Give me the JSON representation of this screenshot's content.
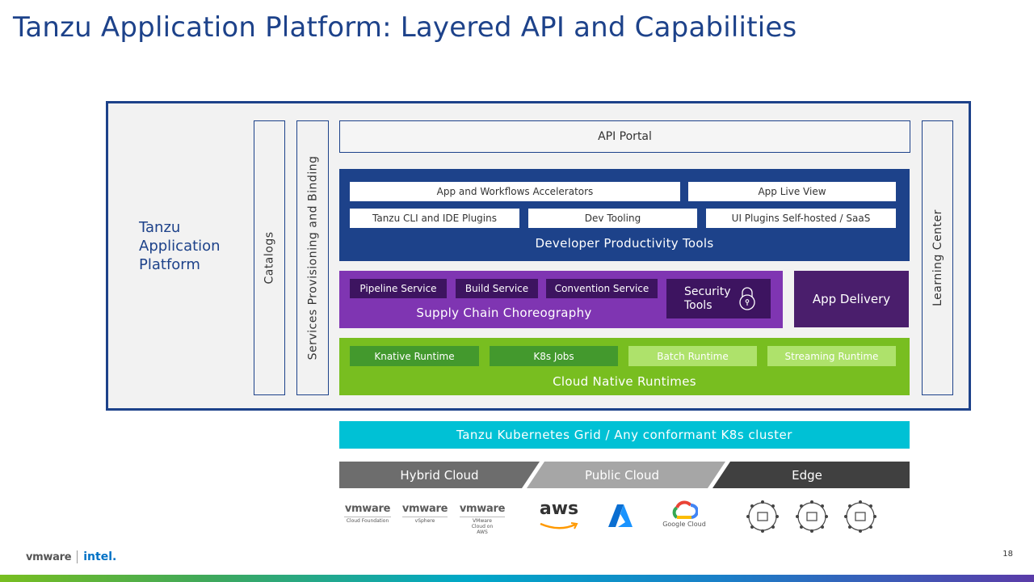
{
  "title": "Tanzu Application Platform: Layered API and Capabilities",
  "platform_label": [
    "Tanzu",
    "Application",
    "Platform"
  ],
  "vertical_bars": {
    "catalogs": "Catalogs",
    "services": "Services Provisioning and Binding",
    "learning": "Learning Center"
  },
  "api_portal": "API Portal",
  "developer_tools": {
    "label": "Developer Productivity Tools",
    "row1": [
      "App and Workflows Accelerators",
      "App Live View"
    ],
    "row2": [
      "Tanzu CLI and IDE Plugins",
      "Dev Tooling",
      "UI Plugins Self-hosted / SaaS"
    ]
  },
  "supply_chain": {
    "label": "Supply Chain Choreography",
    "chips": [
      "Pipeline Service",
      "Build Service",
      "Convention Service"
    ],
    "security": [
      "Security",
      "Tools"
    ]
  },
  "app_delivery": "App Delivery",
  "runtimes": {
    "label": "Cloud Native Runtimes",
    "chips": [
      "Knative Runtime",
      "K8s Jobs",
      "Batch Runtime",
      "Streaming Runtime"
    ]
  },
  "tkg": "Tanzu Kubernetes Grid  /  Any conformant K8s cluster",
  "clouds": [
    "Hybrid Cloud",
    "Public Cloud",
    "Edge"
  ],
  "logos": {
    "vmware_word": "vmware",
    "vmware_subs": [
      "Cloud Foundation",
      "vSphere",
      "VMware Cloud on AWS"
    ],
    "aws": "aws",
    "google_cloud": "Google Cloud",
    "footer_vmware": "vmware",
    "footer_intel": "intel."
  },
  "page_number": "18",
  "colors": {
    "brand_blue": "#1d428a",
    "purple": "#7f35b2",
    "dark_purple": "#4a1e6c",
    "green": "#78be20",
    "cyan": "#00c1d5"
  }
}
